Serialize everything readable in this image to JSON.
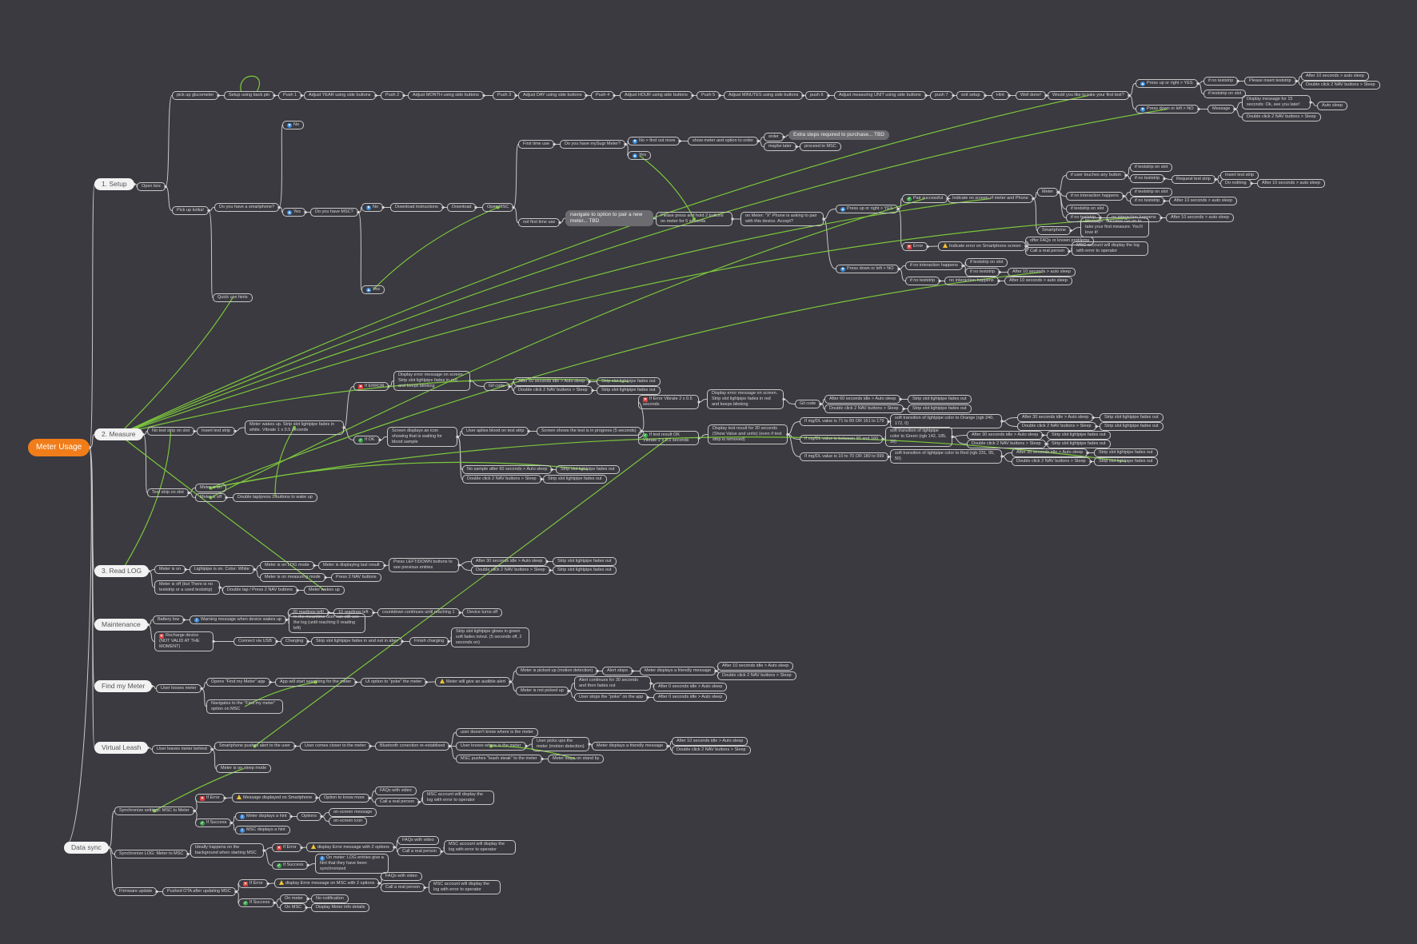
{
  "root": "Meter Usage",
  "sections": [
    "1. Setup",
    "2. Measure",
    "3. Read LOG",
    "Maintenance",
    "Find my Meter",
    "Virtual Leash",
    "Data sync"
  ],
  "nodes": [
    [
      "n1",
      "1. Setup"
    ],
    [
      "n2",
      "2. Measure"
    ],
    [
      "n3",
      "3. Read LOG"
    ],
    [
      "n4",
      "Maintenance"
    ],
    [
      "n5",
      "Find my Meter"
    ],
    [
      "n6",
      "Virtual Leash"
    ],
    [
      "n7",
      "Data sync"
    ],
    [
      "s_openbox",
      "Open box"
    ],
    [
      "s_pickglu",
      "pick up glucometer"
    ],
    [
      "s_pickkol",
      "Pick up kolka!"
    ],
    [
      "s_quick",
      "Quick use hints"
    ],
    [
      "s_setupbp",
      "Setup using back pin"
    ],
    [
      "s_push1",
      "Push 1"
    ],
    [
      "s_adjyear",
      "Adjust YEAR using side buttons"
    ],
    [
      "s_push2",
      "Push 2"
    ],
    [
      "s_adjmonth",
      "Adjust MONTH using side buttons"
    ],
    [
      "s_push3",
      "Push 3"
    ],
    [
      "s_adjday",
      "Adjust DAY using side buttons"
    ],
    [
      "s_push4",
      "Push 4"
    ],
    [
      "s_adjhour",
      "Adjust HOUR using side buttons"
    ],
    [
      "s_push5",
      "Push 5"
    ],
    [
      "s_adjmin",
      "Adjust MINUTES using side buttons"
    ],
    [
      "s_push6",
      "push 6"
    ],
    [
      "s_adjunit",
      "Adjust measuring UNIT using side buttons"
    ],
    [
      "s_push7",
      "push 7"
    ],
    [
      "s_exit",
      "exit setup"
    ],
    [
      "s_hint",
      "Hint"
    ],
    [
      "s_welldone",
      "Well done!"
    ],
    [
      "s_firsttest",
      "Would you like to take your first test?"
    ],
    [
      "s_pressyes",
      "Press up or right > YES"
    ],
    [
      "s_pressno",
      "Press down or left > NO"
    ],
    [
      "s_if_not1",
      "if no teststrip"
    ],
    [
      "s_ts_slot1",
      "if teststrip on slot"
    ],
    [
      "s_insert1",
      "Please insert teststrip"
    ],
    [
      "s_after10a",
      "After 10 seconds > auto sleep"
    ],
    [
      "s_dbl1",
      "Double click 2 NAV buttons > Sleep"
    ],
    [
      "s_message",
      "Message"
    ],
    [
      "s_display15",
      "Display message for 15 seconds: Ok, see you later!"
    ],
    [
      "s_autosleep",
      "Auto sleep"
    ],
    [
      "s_dbl2",
      "Double click 2 NAV buttons > Sleep"
    ],
    [
      "s_no1",
      "No"
    ],
    [
      "s_smartphone",
      "Do you have a smartphone?"
    ],
    [
      "s_yes1",
      "Yes"
    ],
    [
      "s_havemsc",
      "Do you have MSC?"
    ],
    [
      "s_no2",
      "No"
    ],
    [
      "s_yes2",
      "Yes"
    ],
    [
      "s_dlinstr",
      "Download instructions"
    ],
    [
      "s_download",
      "Download"
    ],
    [
      "s_openmsc",
      "Open MSC"
    ],
    [
      "s_firsttime",
      "First time use"
    ],
    [
      "s_notfirst",
      "not first time use"
    ],
    [
      "s_mysugr",
      "Do you have mySugr Meter?"
    ],
    [
      "s_nofind",
      "No > find out more"
    ],
    [
      "s_yes3",
      "Yes"
    ],
    [
      "s_showmeter",
      "show meter and option to order"
    ],
    [
      "s_order",
      "order"
    ],
    [
      "s_extra",
      "Extra steps required to purchase... TBD"
    ],
    [
      "s_maybe",
      "maybe later"
    ],
    [
      "s_proceed",
      "proceed to MSC"
    ],
    [
      "s_navpair",
      "navigate to option to pair a new meter... TBD"
    ],
    [
      "s_presshold",
      "Please press and hold 2 buttons on meter for 5 seconds"
    ],
    [
      "s_onmeter",
      "on Meter: \"X\" Phone is asking to pair with this device. Accept?"
    ],
    [
      "s_pairyes",
      "Press up or right > YES"
    ],
    [
      "s_pairno",
      "Press down or left > NO"
    ],
    [
      "s_pairok",
      "Pair successful"
    ],
    [
      "s_pairerr",
      "Error"
    ],
    [
      "s_indicate",
      "Indicate on screen of meter and Phone"
    ],
    [
      "s_meter",
      "Meter"
    ],
    [
      "s_smartph2",
      "Smartphone"
    ],
    [
      "s_usertouch",
      "if user touches any button"
    ],
    [
      "s_noint1",
      "if no interaction happens"
    ],
    [
      "s_ts_slot2",
      "if teststrip on slot"
    ],
    [
      "s_if_not2",
      "if no teststrip"
    ],
    [
      "s_request",
      "Request test strip"
    ],
    [
      "s_insertstrip",
      "Insert test strip"
    ],
    [
      "s_donothing",
      "Do nothing"
    ],
    [
      "s_after10b",
      "After 10 seconds > auto sleep"
    ],
    [
      "s_ts_slot3",
      "if teststrip on slot"
    ],
    [
      "s_if_not3",
      "if no teststrip"
    ],
    [
      "s_after10c",
      "After 10 seconds > auto sleep"
    ],
    [
      "s_ts_slot4",
      "if teststrip on slot"
    ],
    [
      "s_if_not4",
      "if no teststrip"
    ],
    [
      "s_noint2",
      "no interaction happens"
    ],
    [
      "s_after10d",
      "After 10 seconds > auto sleep"
    ],
    [
      "s_msgsucc",
      "Message: Success! Go on to take your first measure. You'll love it!"
    ],
    [
      "s_errsmart",
      "Indicate error on Smartphone screen"
    ],
    [
      "s_offerfaq",
      "offer FAQs or known problems"
    ],
    [
      "s_callreal",
      "Call a real person"
    ],
    [
      "s_mscacct",
      "MSC account will display the log with error to operator"
    ],
    [
      "s_noint3",
      "if no interaction happens"
    ],
    [
      "s_if_not5",
      "if no teststrip"
    ],
    [
      "s_ts_slot5",
      "if teststrip on slot"
    ],
    [
      "s_if_not6",
      "if no teststrip"
    ],
    [
      "s_after10e",
      "After 10 seconds > auto sleep"
    ],
    [
      "s_noint4",
      "no interaction happens"
    ],
    [
      "s_after10f",
      "After 10 seconds > auto sleep"
    ],
    [
      "m_notest",
      "No test strip on slot"
    ],
    [
      "m_insert",
      "Insert test strip"
    ],
    [
      "m_wakeup",
      "Meter wakes up. Strip slot lightpipe fades in white. Vibrate 1 x 0.5 seconds"
    ],
    [
      "m_iferror",
      "If ERROR"
    ],
    [
      "m_dispErr",
      "Display error message on screen. Strip slot lightpipe fades in red and keeps blinking"
    ],
    [
      "m_gilcode",
      "Gil code"
    ],
    [
      "m_after60a",
      "After 60 seconds idle > Auto sleep"
    ],
    [
      "m_dbl1",
      "Double click 2 NAV buttons > Sleep"
    ],
    [
      "m_fade1",
      "Strip slot lightpipe fades out"
    ],
    [
      "m_fade2",
      "Strip slot lightpipe fades out"
    ],
    [
      "m_ifok",
      "If OK"
    ],
    [
      "m_screendisp",
      "Screen displays an icon showing that is waiting for blood sample"
    ],
    [
      "m_applies",
      "User aplies blood on test strip"
    ],
    [
      "m_progress",
      "Screen shows the test is in progress (5 seconds)"
    ],
    [
      "m_iferr2",
      "If Error Vibrate 2 x 0.5 seconds"
    ],
    [
      "m_ifres",
      "If test result OK Vibrate 2 x 0.5 seconds"
    ],
    [
      "m_dispErr2",
      "Display error message on screen. Strip slot lightpipe fades in red and keeps blinking"
    ],
    [
      "m_gilcode2",
      "Gil code"
    ],
    [
      "m_after60b",
      "After 60 seconds idle > Auto sleep"
    ],
    [
      "m_dbl2",
      "Double click 2 NAV buttons > Sleep"
    ],
    [
      "m_fade3",
      "Strip slot lightpipe fades out"
    ],
    [
      "m_fade4",
      "Strip slot lightpipe fades out"
    ],
    [
      "m_disptest",
      "Display test result for 30 seconds (Show Value and units) (even if test strip is removed)"
    ],
    [
      "m_v1",
      "If mg/DL value is 71 to 89 OR 161 to 179"
    ],
    [
      "m_v2",
      "If mg/DL value is between 90 and 160"
    ],
    [
      "m_v3",
      "If mg/DL value is 10 to 70 OR 180 to 999"
    ],
    [
      "m_c1",
      "soft transition of lightpipe color to Orange (rgb 240, 172, 0)"
    ],
    [
      "m_c2",
      "soft transition of lightpipe color to Green (rgb 142, 185, 39)"
    ],
    [
      "m_c3",
      "soft transition of lightpipe color to Red (rgb 231, 95, 50)"
    ],
    [
      "m_a1",
      "After 30 seconds idle > Auto sleep"
    ],
    [
      "m_d1",
      "Double click 2 NAV buttons > Sleep"
    ],
    [
      "m_a2",
      "After 30 seconds idle > Auto sleep"
    ],
    [
      "m_d2",
      "Double click 2 NAV buttons > Sleep"
    ],
    [
      "m_a3",
      "After 30 seconds idle > Auto sleep"
    ],
    [
      "m_d3",
      "Double click 2 NAV buttons > Sleep"
    ],
    [
      "m_f1",
      "Strip slot lightpipe fades out"
    ],
    [
      "m_f2",
      "Strip slot lightpipe fades out"
    ],
    [
      "m_f3",
      "Strip slot lightpipe fades out"
    ],
    [
      "m_f4",
      "Strip slot lightpipe fades out"
    ],
    [
      "m_f5",
      "Strip slot lightpipe fades out"
    ],
    [
      "m_f6",
      "Strip slot lightpipe fades out"
    ],
    [
      "m_nosample",
      "No sample after 60 seconds > Auto sleep"
    ],
    [
      "m_dbl3",
      "Double click 2 NAV buttons > Sleep"
    ],
    [
      "m_fade5",
      "Strip slot lightpipe fades out"
    ],
    [
      "m_fade6",
      "Strip slot lightpipe fades out"
    ],
    [
      "m_stripon",
      "Test strip on slot"
    ],
    [
      "m_meteron",
      "Meter is on"
    ],
    [
      "m_meteroff",
      "Meter is off"
    ],
    [
      "m_dbltap",
      "Double tap/press 2 buttons to wake up"
    ],
    [
      "r_meteron",
      "Meter is on"
    ],
    [
      "r_lightpipe",
      "Lightpipe is on. Color: White"
    ],
    [
      "r_logmode",
      "Meter is on LOG mode"
    ],
    [
      "r_measmode",
      "Meter is on measuring mode"
    ],
    [
      "r_displast",
      "Meter is displaying last result"
    ],
    [
      "r_pressleft",
      "Press LEFT/DOWN buttons to see previous entries"
    ],
    [
      "r_press2",
      "Press 2 NAV buttons"
    ],
    [
      "r_after30",
      "After 30 seconds idle > Auto sleep"
    ],
    [
      "r_dbl",
      "Double click 2 NAV buttons > Sleep"
    ],
    [
      "r_fade1",
      "Strip slot lightpipe fades out"
    ],
    [
      "r_fade2",
      "Strip slot lightpipe fades out"
    ],
    [
      "r_meteroff",
      "Meter is off (but There is no teststrip or a used teststrip)"
    ],
    [
      "r_dbltap",
      "Double tap / Press 2 NAV buttons"
    ],
    [
      "r_wakes",
      "Meter wakes up"
    ],
    [
      "mt_battery",
      "Battery low"
    ],
    [
      "mt_warning",
      "Warning message when device wakes up"
    ],
    [
      "mt_20left",
      "20 readings left!"
    ],
    [
      "mt_10left",
      "10 readings left"
    ],
    [
      "mt_countdown",
      "countdown continues until reaching 1"
    ],
    [
      "mt_turnsoff",
      "Device turns off"
    ],
    [
      "mt_meantime",
      "In the meantime user can still use the log (until reaching 0 reading left)"
    ],
    [
      "mt_recharge",
      "Recharge device (NOT VALID AT THE MOMENT)"
    ],
    [
      "mt_connect",
      "Connect via USB"
    ],
    [
      "mt_charging",
      "Charging"
    ],
    [
      "mt_fadesin",
      "Strip slot lightpipe fades in and out in aber"
    ],
    [
      "mt_finish",
      "Finish charging"
    ],
    [
      "mt_glows",
      "Strip slot lightpipe glows in green soft fades in/out. (5 seconds off, 2 seconds on)"
    ],
    [
      "f_loses",
      "User looses meter"
    ],
    [
      "f_opens",
      "Opens \"Find my Meter\" app"
    ],
    [
      "f_navigates",
      "Navigates to the \"Find my meter\" option on MSC"
    ],
    [
      "f_search",
      "App will start searching for the meter"
    ],
    [
      "f_poke",
      "UI option to \"poke\" the meter"
    ],
    [
      "f_alert",
      "Meter will give an audible alert"
    ],
    [
      "f_pickedup",
      "Meter is picked up (motion detection)"
    ],
    [
      "f_notpicked",
      "Meter is not picked up"
    ],
    [
      "f_alertstops",
      "Alert stops"
    ],
    [
      "f_friendly",
      "Meter displays a friendly message"
    ],
    [
      "f_after10",
      "After 10 seconds idle > Auto sleep"
    ],
    [
      "f_dbl",
      "Double click 2 NAV buttons > Sleep"
    ],
    [
      "f_continues",
      "Alert continues for 30 seconds and then fades out"
    ],
    [
      "f_stops",
      "User stops the \"poke\" on the app"
    ],
    [
      "f_after0a",
      "After 0 seconds idle > Auto sleep"
    ],
    [
      "f_after0b",
      "After 0 seconds idle > Auto sleep"
    ],
    [
      "v_leaves",
      "User leaves meter behind"
    ],
    [
      "v_alert",
      "Smartphone pushes alert to the user"
    ],
    [
      "v_sleep",
      "Meter is on sleep mode"
    ],
    [
      "v_comes",
      "User comes closer to the meter"
    ],
    [
      "v_bt",
      "Bluetooth conection re-establised"
    ],
    [
      "v_doesnt",
      "user doesn't know where is the meter"
    ],
    [
      "v_knows",
      "User knows where is the meter"
    ],
    [
      "v_msc",
      "MSC pushes \"leash steak\" to the meter"
    ],
    [
      "v_picks",
      "User picks ups the meter (motion detection)"
    ],
    [
      "v_standby",
      "Meter stays on stand by"
    ],
    [
      "v_friendly",
      "Meter displays a friendly message"
    ],
    [
      "v_after10",
      "After 10 seconds idle > Auto sleep"
    ],
    [
      "v_dbl",
      "Double click 2 NAV buttons > Sleep"
    ],
    [
      "d_sync1",
      "Synchronize settings: MSC to Meter"
    ],
    [
      "d_err1",
      "If Error"
    ],
    [
      "d_succ1",
      "If Success"
    ],
    [
      "d_msgdisp",
      "Message displayed on Smartphone"
    ],
    [
      "d_optknow",
      "Option to know more"
    ],
    [
      "d_faq1",
      "FAQs with video"
    ],
    [
      "d_call1",
      "Call a real person"
    ],
    [
      "d_msc1",
      "MSC account will display the log with error to operator"
    ],
    [
      "d_hint1",
      "Meter displays a hint"
    ],
    [
      "d_options",
      "Options"
    ],
    [
      "d_onscreen",
      "on-screen message"
    ],
    [
      "d_onicon",
      "on-screen icon"
    ],
    [
      "d_mschint",
      "MSC displays a hint"
    ],
    [
      "d_sync2",
      "Synchronize LOG: Meter to MSC"
    ],
    [
      "d_ideally",
      "Ideally happens on the background when starting MSC"
    ],
    [
      "d_err2",
      "If Error"
    ],
    [
      "d_succ2",
      "If Success"
    ],
    [
      "d_disp2",
      "display Error message with 2 options"
    ],
    [
      "d_faq2",
      "FAQs with video"
    ],
    [
      "d_call2",
      "Call a real person"
    ],
    [
      "d_msc2",
      "MSC account will display the log with error to operator"
    ],
    [
      "d_onmeter",
      "On meter: LOG entries give a hint that they have been synchronized"
    ],
    [
      "d_fw",
      "Firmware update"
    ],
    [
      "d_ota",
      "Pushed OTA after updating MSC"
    ],
    [
      "d_err3",
      "If Error"
    ],
    [
      "d_succ3",
      "If Success"
    ],
    [
      "d_disp3",
      "display Error message on MSC with 2 options"
    ],
    [
      "d_faq3",
      "FAQs with video"
    ],
    [
      "d_call3",
      "Call a real person"
    ],
    [
      "d_msc3",
      "MSC account will display the log with error to operator"
    ],
    [
      "d_onmeter2",
      "On meter"
    ],
    [
      "d_onmsc",
      "On MSC"
    ],
    [
      "d_nonotif",
      "No notification"
    ],
    [
      "d_dispinfo",
      "Display Meter info details"
    ]
  ],
  "colors": {
    "background": "#3a3a40",
    "connector": "#c8c8c8",
    "cross_link": "#7cc63c",
    "root": "#f07d1a"
  },
  "icons": {
    "error": "error-icon",
    "success": "check-icon",
    "thumbs_up": "thumbs-up-icon",
    "thumbs_down": "thumbs-down-icon",
    "warning": "warning-icon",
    "info": "info-icon"
  }
}
